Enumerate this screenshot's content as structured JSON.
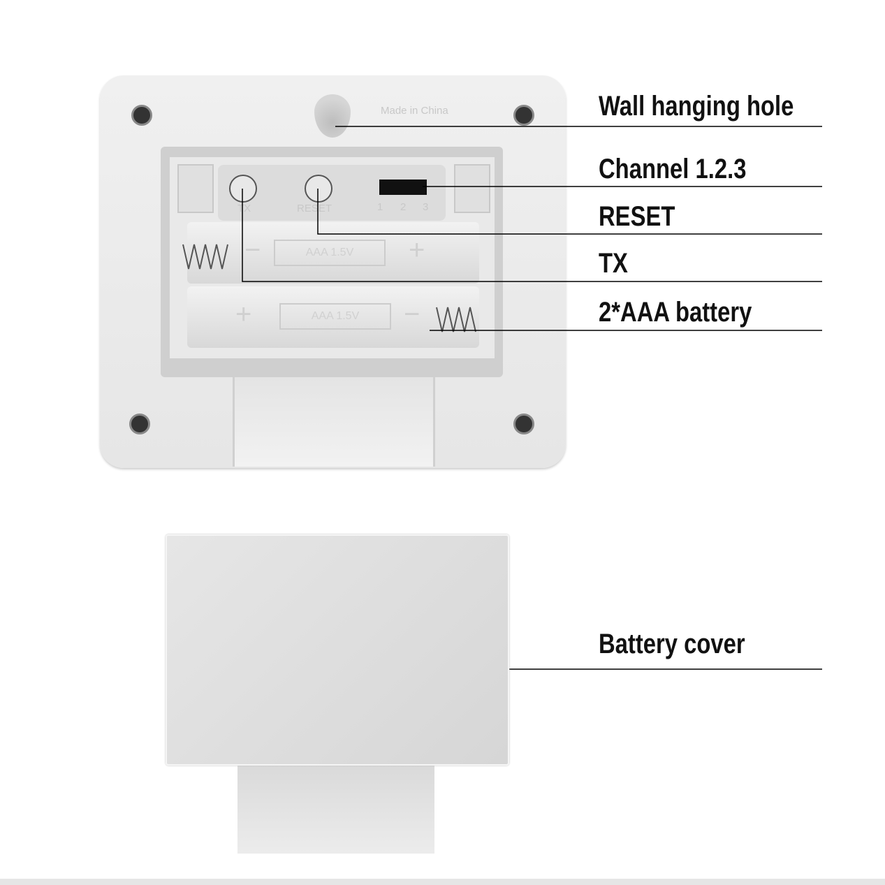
{
  "device": {
    "made_in": "Made in China",
    "tx": "TX",
    "reset": "RESET",
    "ch1": "1",
    "ch2": "2",
    "ch3": "3",
    "battery_label": "AAA 1.5V",
    "plus": "+",
    "minus": "−"
  },
  "labels": {
    "wall_hole": "Wall hanging hole",
    "channel": "Channel 1.2.3",
    "reset": "RESET",
    "tx": "TX",
    "battery": "2*AAA battery",
    "cover": "Battery cover"
  }
}
